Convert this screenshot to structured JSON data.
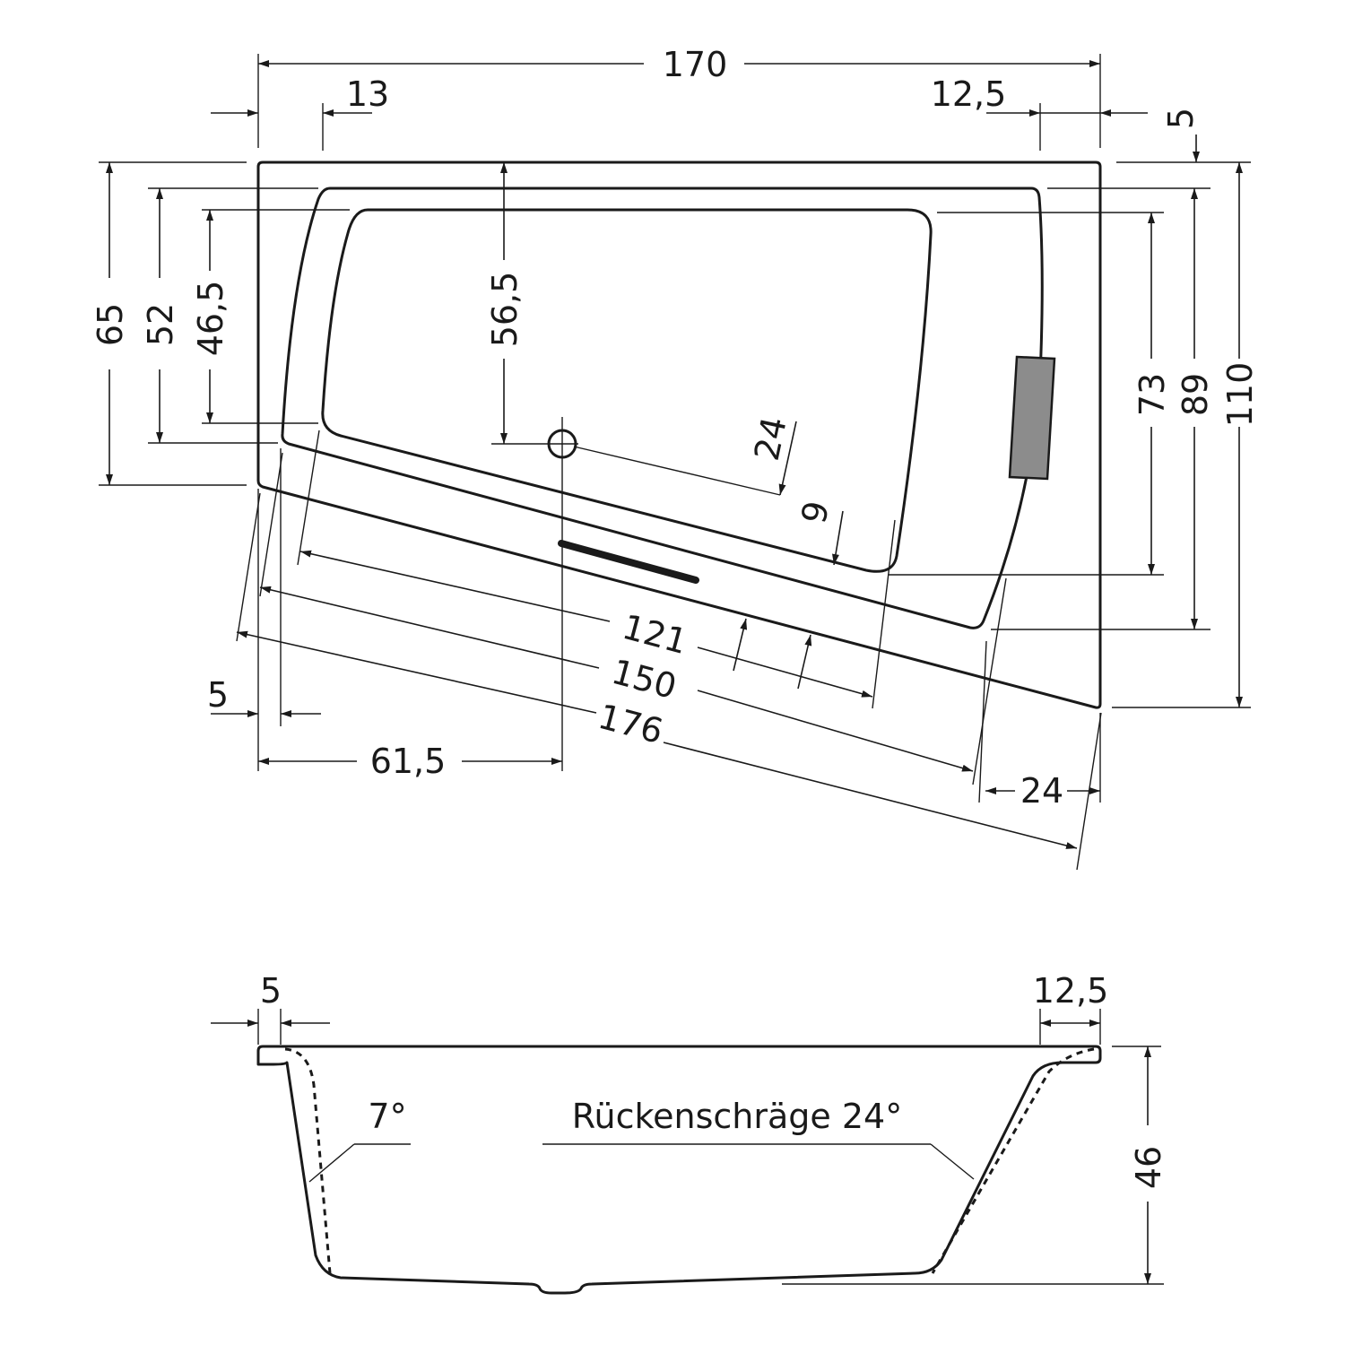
{
  "plan": {
    "dims": {
      "total_width": "170",
      "left_rim": "13",
      "right_rim": "12,5",
      "top_offset": "5",
      "depth_65": "65",
      "depth_52": "52",
      "depth_46_5": "46,5",
      "depth_56_5": "56,5",
      "depth_73": "73",
      "depth_89": "89",
      "depth_110": "110",
      "len_121": "121",
      "len_150": "150",
      "len_176": "176",
      "drain_24": "24",
      "dist_9": "9",
      "left_5": "5",
      "drain_61_5": "61,5",
      "right_24": "24"
    }
  },
  "section": {
    "dims": {
      "left_rim": "5",
      "right_rim": "12,5",
      "height": "46"
    },
    "labels": {
      "angle_side": "7°",
      "back_slope": "Rückenschräge 24°"
    }
  },
  "colors": {
    "line": "#1a1a1a",
    "headrest": "#8c8c8c",
    "background": "#ffffff"
  }
}
